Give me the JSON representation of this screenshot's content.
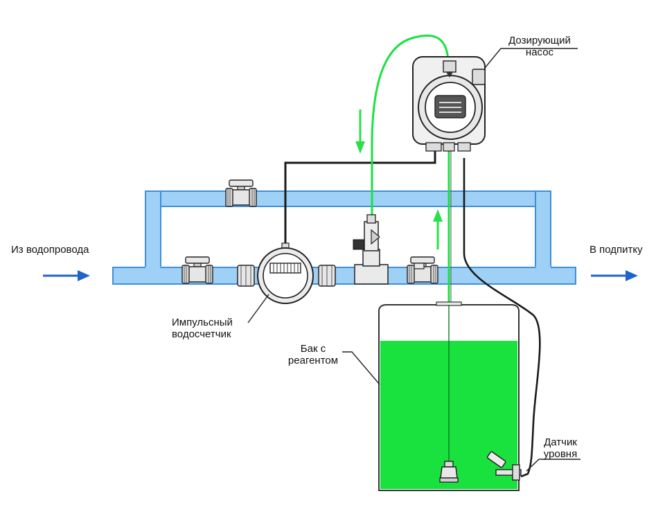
{
  "labels": {
    "inlet": "Из водопровода",
    "outlet": "В подпитку",
    "pump": [
      "Дозирующий",
      "насос"
    ],
    "meter": [
      "Импульсный",
      "водосчетчик"
    ],
    "tank": [
      "Бак с",
      "реагентом"
    ],
    "level_sensor": [
      "Датчик",
      "уровня"
    ]
  },
  "colors": {
    "pipe_fill": "#9fd0f5",
    "pipe_stroke": "#3d8fd6",
    "reagent": "#19e23f",
    "flow_arrow_blue": "#1f64c8",
    "flow_arrow_green": "#29e04b",
    "signal_wire": "#1a1a1a",
    "outline": "#222222"
  },
  "icons": [
    "valve-icon",
    "water-meter-icon",
    "injection-tee-icon",
    "dosing-pump-icon",
    "foot-valve-icon",
    "float-sensor-icon"
  ]
}
